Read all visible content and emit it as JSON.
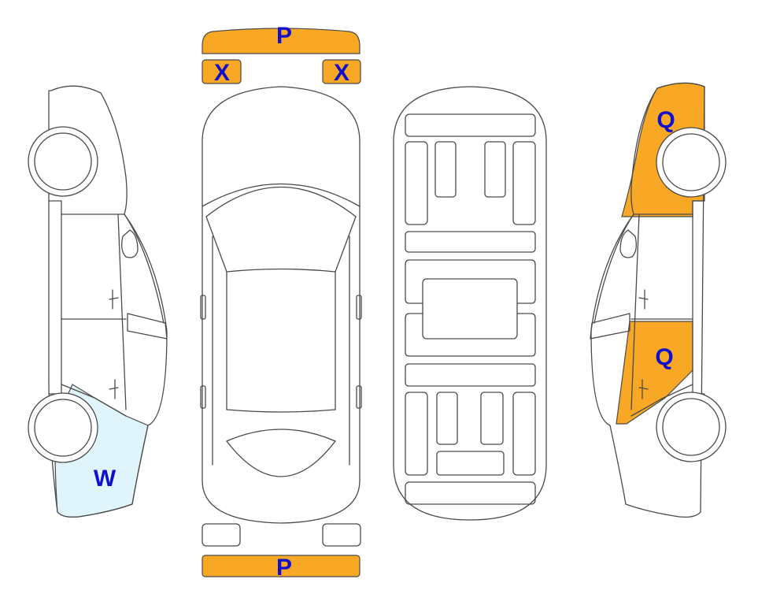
{
  "colors": {
    "damage_orange": "#f9a825",
    "damage_light_blue": "#e0f5fb",
    "label_blue": "#1010cc",
    "outline": "#4a4a4a"
  },
  "labels": {
    "front_bumper": "P",
    "left_headlight": "X",
    "right_headlight": "X",
    "rear_bumper": "P",
    "left_rear_quarter": "W",
    "right_front_fender": "Q",
    "right_front_door": "Q"
  }
}
